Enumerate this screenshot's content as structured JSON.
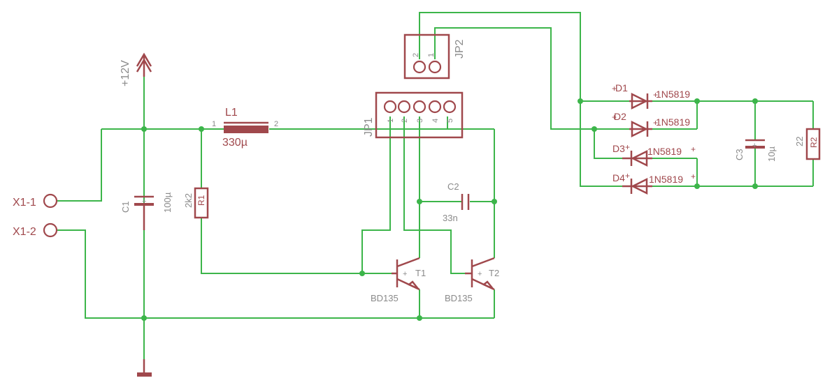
{
  "power": {
    "label": "+12V"
  },
  "connector_x1": {
    "pin1": "X1-1",
    "pin2": "X1-2"
  },
  "c1": {
    "name": "C1",
    "value": "100µ"
  },
  "r1": {
    "name": "R1",
    "value": "2k2"
  },
  "l1": {
    "name": "L1",
    "value": "330µ",
    "pin1": "1",
    "pin2": "2"
  },
  "jp1": {
    "name": "JP1",
    "pins": [
      "1",
      "2",
      "3",
      "4",
      "5"
    ]
  },
  "jp2": {
    "name": "JP2",
    "pins": [
      "2",
      "1"
    ]
  },
  "c2": {
    "name": "C2",
    "value": "33n"
  },
  "t1": {
    "name": "T1",
    "value": "BD135"
  },
  "t2": {
    "name": "T2",
    "value": "BD135"
  },
  "diodes": [
    {
      "name": "D1",
      "value": "1N5819"
    },
    {
      "name": "D2",
      "value": "1N5819"
    },
    {
      "name": "D3",
      "value": "1N5819"
    },
    {
      "name": "D4",
      "value": "1N5819"
    }
  ],
  "c3": {
    "name": "C3",
    "value": "10µ"
  },
  "r2": {
    "name": "R2",
    "value": "22"
  },
  "polarity_mark": "+"
}
